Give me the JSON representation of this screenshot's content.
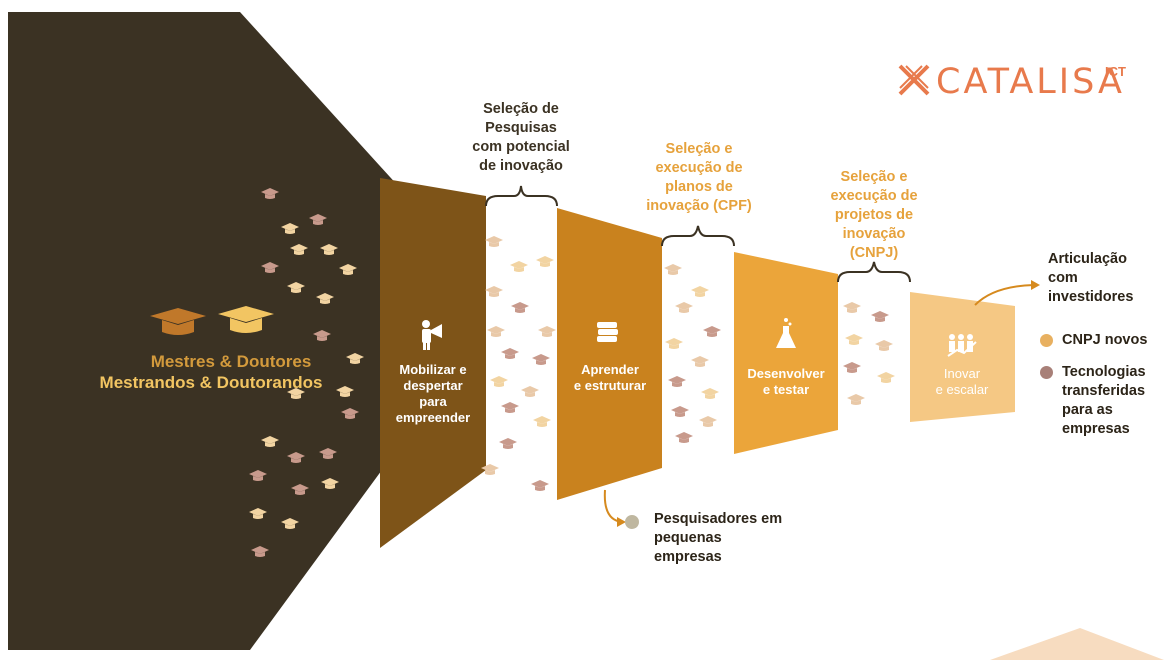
{
  "logo": {
    "text": "CATALISA",
    "suffix": "ICT",
    "icon": "catalisa-x-icon"
  },
  "source": {
    "line1": "Mestres & Doutores",
    "line2": "Mestrandos & Doutorandos"
  },
  "stages": [
    {
      "label1": "Mobilizar e",
      "label2": "despertar",
      "label3": "para",
      "label4": "empreender",
      "icon": "megaphone-person-icon"
    },
    {
      "label1": "Aprender",
      "label2": "e estruturar",
      "icon": "books-icon"
    },
    {
      "label1": "Desenvolver",
      "label2": "e testar",
      "icon": "flask-icon"
    },
    {
      "label1": "Inovar",
      "label2": "e escalar",
      "icon": "people-growth-icon"
    }
  ],
  "selections": [
    {
      "lines": [
        "Seleção de",
        "Pesquisas",
        "com potencial",
        "de inovação"
      ]
    },
    {
      "lines": [
        "Seleção e",
        "execução de",
        "planos de",
        "inovação (CPF)"
      ]
    },
    {
      "lines": [
        "Seleção  e",
        "execução de",
        "projetos de",
        "inovação",
        "(CNPJ)"
      ]
    }
  ],
  "outputs": {
    "pesquisadores": [
      "Pesquisadores em",
      "pequenas",
      "empresas"
    ],
    "investidores": [
      "Articulação",
      "com",
      "investidores"
    ]
  },
  "legend": [
    {
      "label": "CNPJ novos",
      "color": "#e8b060"
    },
    {
      "label": "Tecnologias",
      "label2": "transferidas",
      "label3": "para as",
      "label4": "empresas",
      "color": "#a88078"
    }
  ],
  "colors": {
    "dark": "#3b3223",
    "stage1": "#7e5418",
    "stage2": "#c9821e",
    "stage3": "#eba53a",
    "stage4": "#f5c884",
    "orange_text": "#d39a3c",
    "gold_text": "#f2c562",
    "sel_text": "#e6a23c",
    "logo": "#e87a4c"
  }
}
